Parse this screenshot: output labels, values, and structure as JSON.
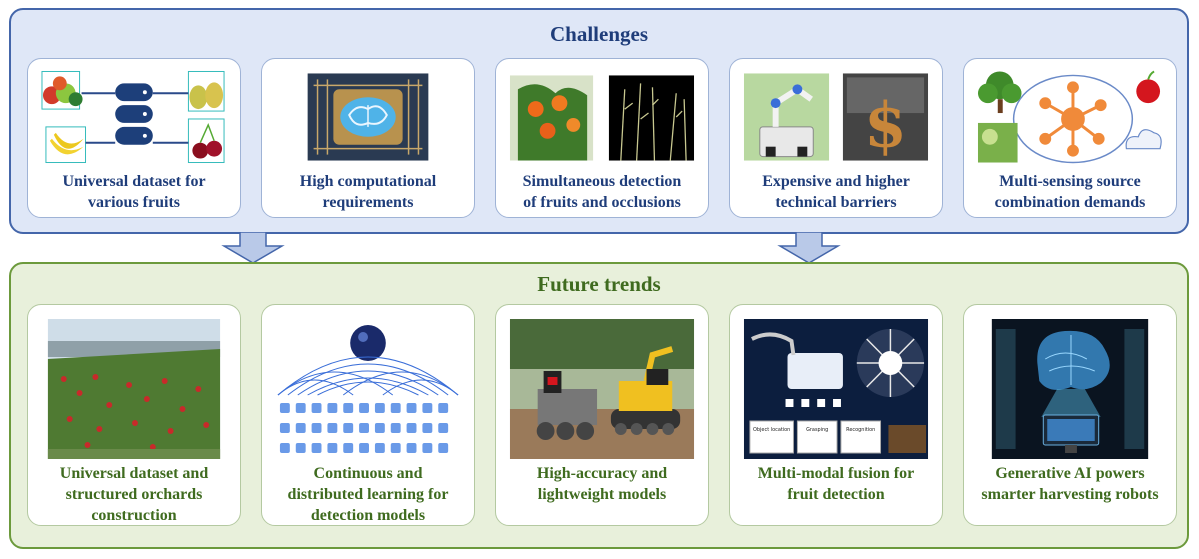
{
  "challenges": {
    "title": "Challenges",
    "cards": [
      {
        "line1": "Universal dataset for",
        "line2": "various fruits",
        "line3": "",
        "icon": "fruit-dataset-icon"
      },
      {
        "line1": "High computational",
        "line2": "requirements",
        "line3": "",
        "icon": "brain-chip-icon"
      },
      {
        "line1": "Simultaneous detection",
        "line2": "of fruits and occlusions",
        "line3": "",
        "icon": "orchard-occlusion-icon"
      },
      {
        "line1": "Expensive and higher",
        "line2": "technical barriers",
        "line3": "",
        "icon": "robot-arm-dollar-icon"
      },
      {
        "line1": "Multi-sensing source",
        "line2": "combination demands",
        "line3": "",
        "icon": "multi-sensor-network-icon"
      }
    ]
  },
  "trends": {
    "title": "Future trends",
    "cards": [
      {
        "line1": "Universal dataset and",
        "line2": "structured orchards",
        "line3": "construction",
        "icon": "structured-orchard-icon"
      },
      {
        "line1": "Continuous and",
        "line2": "distributed learning for",
        "line3": "detection models",
        "icon": "distributed-network-icon"
      },
      {
        "line1": "High-accuracy and",
        "line2": "lightweight models",
        "line3": "",
        "icon": "harvest-robot-icon"
      },
      {
        "line1": "Multi-modal fusion for",
        "line2": "fruit detection",
        "line3": "",
        "icon": "multimodal-fusion-icon"
      },
      {
        "line1": "Generative AI powers",
        "line2": "smarter harvesting robots",
        "line3": "",
        "icon": "generative-ai-brain-icon"
      }
    ],
    "fusion_labels": [
      "Object location",
      "Grasping",
      "Recognition"
    ]
  },
  "colors": {
    "challenges_accent": "#1f3d7a",
    "trends_accent": "#3f6b1f",
    "arrow_fill": "#b9c9e8"
  }
}
